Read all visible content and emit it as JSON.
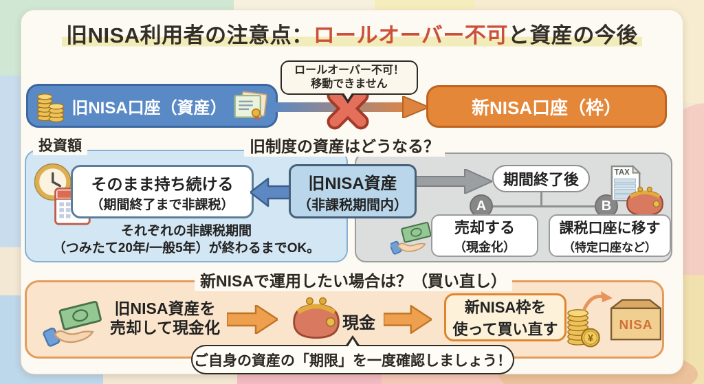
{
  "title": {
    "prefix": "旧NISA利用者の注意点：",
    "highlight": "ロールオーバー不可",
    "suffix": "と資産の今後"
  },
  "top_flow": {
    "old_account": "旧NISA口座（資産）",
    "new_account": "新NISA口座（枠）",
    "callout": {
      "line1": "ロールオーバー不可！",
      "line2": "移動できません"
    }
  },
  "middle_section": {
    "investment_label": "投資額",
    "heading": "旧制度の資産はどうなる？",
    "keep_box": {
      "line1": "そのまま持ち続ける",
      "line2": "（期間終了まで非課税）"
    },
    "keep_note": {
      "line1": "それぞれの非課税期間",
      "line2": "（つみたて20年/一般5年）が終わるまでOK。"
    },
    "asset_box": {
      "line1": "旧NISA資産",
      "line2": "（非課税期間内）"
    },
    "after_box": "期間終了後",
    "option_a": {
      "badge": "A",
      "line1": "売却する",
      "line2": "（現金化）"
    },
    "option_b": {
      "badge": "B",
      "line1": "課税口座に移す",
      "line2": "（特定口座など）"
    },
    "tax_label": "TAX"
  },
  "bottom_section": {
    "heading": "新NISAで運用したい場合は？（買い直し）",
    "step1": {
      "line1": "旧NISA資産を",
      "line2": "売却して現金化"
    },
    "cash_label": "現金",
    "rebuy_box": {
      "line1": "新NISA枠を",
      "line2": "使って買い直す"
    },
    "yen_label": "¥",
    "nisa_label": "NISA",
    "footer_bubble": "ご自身の資産の「期限」を一度確認しましょう！"
  },
  "colors": {
    "accent_red": "#cc4f38",
    "old_nisa_blue": "#5a8ac5",
    "new_nisa_orange": "#e58738",
    "panel_blue": "#d3e6f3",
    "panel_gray": "#dcdddd",
    "panel_orange": "#fae4cb",
    "highlight_yellow": "#f2ecba",
    "cross_red": "#e4705b"
  },
  "icons": {
    "coin-stack-icon": "stacked gold coins",
    "certificate-icon": "certificate with ribbon seal",
    "clock-icon": "clock face",
    "calendar-icon": "calendar grid",
    "cross-icon": "red X mark",
    "money-hand-icon": "hand holding banknote",
    "tax-document-icon": "TAX statement sheet",
    "purse-icon": "coin purse",
    "coins-yen-icon": "coin stack with yen coin",
    "nisa-box-icon": "box labeled NISA",
    "curved-arrow-icon": "curved arrow",
    "flow-arrow-icon": "blue-to-orange arrow"
  }
}
